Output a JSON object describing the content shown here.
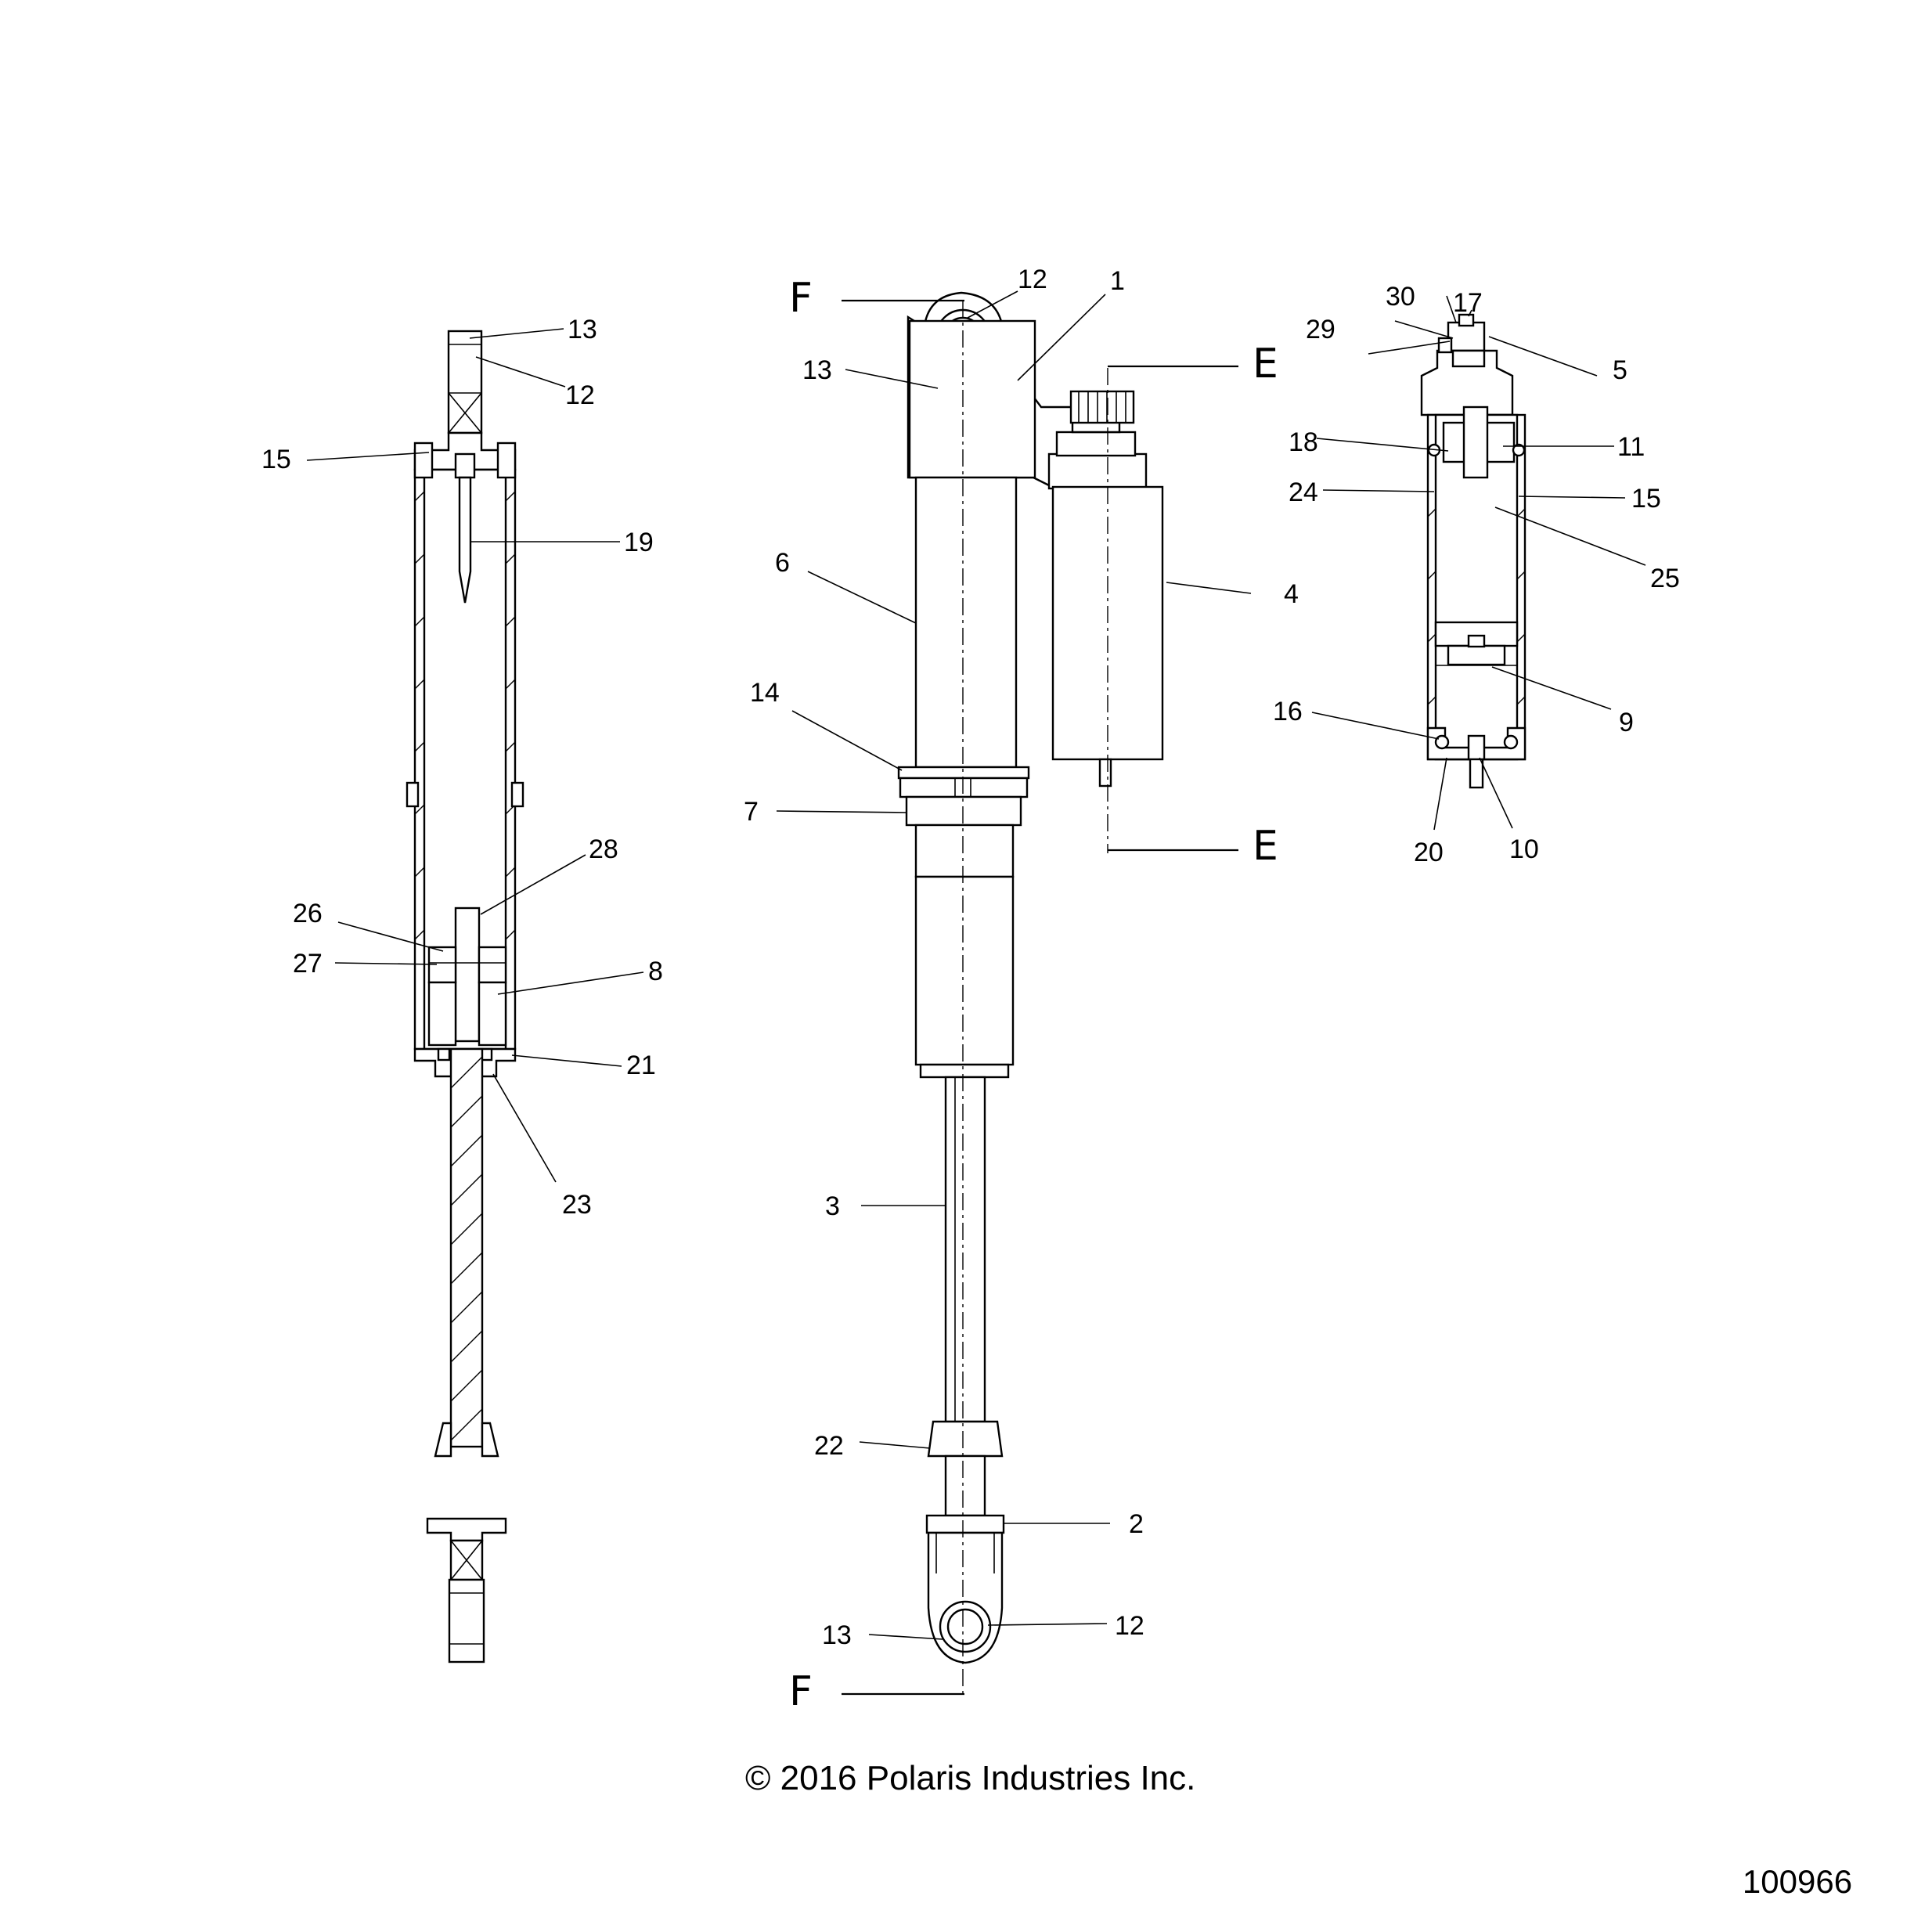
{
  "callouts": {
    "left": [
      "13",
      "12",
      "15",
      "19",
      "28",
      "26",
      "27",
      "8",
      "21",
      "23"
    ],
    "center": [
      "12",
      "1",
      "13",
      "6",
      "4",
      "14",
      "7",
      "3",
      "22",
      "2",
      "13",
      "12"
    ],
    "right": [
      "30",
      "17",
      "29",
      "5",
      "18",
      "11",
      "24",
      "15",
      "25",
      "9",
      "16",
      "20",
      "10"
    ]
  },
  "section_letters": {
    "f_top": "F",
    "f_bottom": "F",
    "e_top": "E",
    "e_bottom": "E"
  },
  "copyright": "© 2016 Polaris Industries Inc.",
  "document_number": "100966"
}
